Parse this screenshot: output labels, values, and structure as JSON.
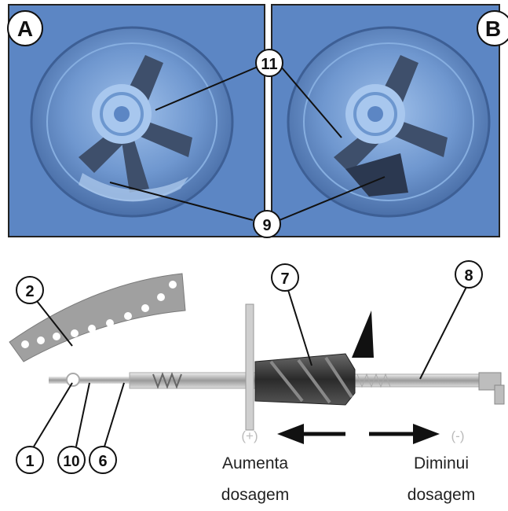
{
  "panel_labels": {
    "a": "A",
    "b": "B"
  },
  "callouts": {
    "c11": "11",
    "c9": "9",
    "c2": "2",
    "c7": "7",
    "c8": "8",
    "c1": "1",
    "c10": "10",
    "c6": "6"
  },
  "scale_marks": [
    "(+)",
    "(-)"
  ],
  "captions": {
    "increase_line1": "Aumenta",
    "increase_line2": "dosagem",
    "decrease_line1": "Diminui",
    "decrease_line2": "dosagem"
  },
  "colors": {
    "photo_bg": "#5c86c4",
    "photo_border": "#222222",
    "arrow": "#111111",
    "callout_fill": "#ffffff",
    "text": "#111111"
  }
}
